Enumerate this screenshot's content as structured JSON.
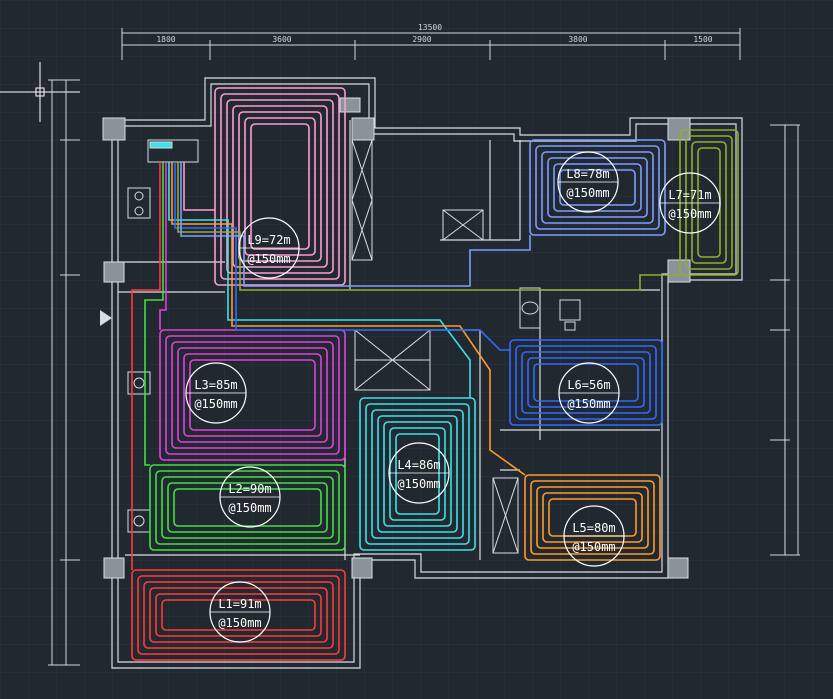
{
  "drawing": {
    "overall_dimension": "13500",
    "top_dimensions": [
      "1800",
      "3600",
      "2900",
      "3800",
      "1500"
    ],
    "loops": [
      {
        "id": "L1",
        "name": "L1=91m",
        "spacing": "@150mm",
        "color": "#ff3b3b"
      },
      {
        "id": "L2",
        "name": "L2=90m",
        "spacing": "@150mm",
        "color": "#3fe13f"
      },
      {
        "id": "L3",
        "name": "L3=85m",
        "spacing": "@150mm",
        "color": "#e040e0"
      },
      {
        "id": "L4",
        "name": "L4=86m",
        "spacing": "@150mm",
        "color": "#3fe0e8"
      },
      {
        "id": "L5",
        "name": "L5=80m",
        "spacing": "@150mm",
        "color": "#ff9c2a"
      },
      {
        "id": "L6",
        "name": "L6=56m",
        "spacing": "@150mm",
        "color": "#2f6bff"
      },
      {
        "id": "L7",
        "name": "L7=71m",
        "spacing": "@150mm",
        "color": "#8fb02e"
      },
      {
        "id": "L8",
        "name": "L8=78m",
        "spacing": "@150mm",
        "color": "#7c9dff"
      },
      {
        "id": "L9",
        "name": "L9=72m",
        "spacing": "@150mm",
        "color": "#ff9ad6"
      }
    ]
  }
}
